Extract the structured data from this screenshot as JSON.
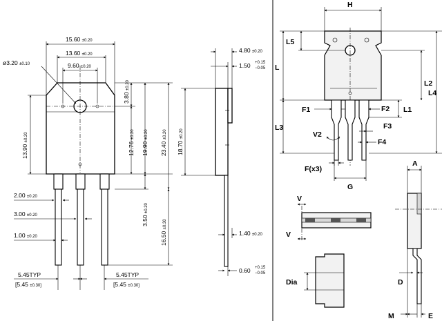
{
  "left_drawing": {
    "dims": {
      "width_15_60": {
        "main": "15.60",
        "tol": "±0.20"
      },
      "width_13_60": {
        "main": "13.60",
        "tol": "±0.20"
      },
      "width_9_60": {
        "main": "9.60",
        "tol": "±0.20"
      },
      "hole_dia": {
        "main": "ø3.20",
        "tol": "±0.10"
      },
      "top_3_80": {
        "main": "3.80",
        "tol": "±0.20"
      },
      "h_13_90": {
        "main": "13.90",
        "tol": "±0.20"
      },
      "h_12_76": {
        "main": "12.76",
        "tol": "±0.20"
      },
      "h_19_90": {
        "main": "19.90",
        "tol": "±0.20"
      },
      "h_23_40": {
        "main": "23.40",
        "tol": "±0.20"
      },
      "lead_2_00": {
        "main": "2.00",
        "tol": "±0.20"
      },
      "lead_3_00": {
        "main": "3.00",
        "tol": "±0.20"
      },
      "lead_1_00": {
        "main": "1.00",
        "tol": "±0.20"
      },
      "v_3_50": {
        "main": "3.50",
        "tol": "±0.20"
      },
      "v_16_50": {
        "main": "16.50",
        "tol": "±0.30"
      },
      "pitch_left": {
        "main": "5.45TYP",
        "sub": "[5.45",
        "tol": "±0.30]"
      },
      "pitch_right": {
        "main": "5.45TYP",
        "sub": "[5.45",
        "tol": "±0.30]"
      }
    }
  },
  "side_drawing": {
    "dims": {
      "t_4_80": {
        "main": "4.80",
        "tol": "±0.20"
      },
      "t_1_50": {
        "main": "1.50",
        "tol_plus": "+0.15",
        "tol_minus": "−0.05"
      },
      "h_18_70": {
        "main": "18.70",
        "tol": "±0.20"
      },
      "t_1_40": {
        "main": "1.40",
        "tol": "±0.20"
      },
      "t_0_60": {
        "main": "0.60",
        "tol_plus": "+0.15",
        "tol_minus": "−0.05"
      }
    }
  },
  "letter_drawing": {
    "labels": {
      "H": "H",
      "L5": "L5",
      "L": "L",
      "L2": "L2",
      "L4": "L4",
      "F1": "F1",
      "F2": "F2",
      "L1": "L1",
      "L3": "L3",
      "V2": "V2",
      "F3": "F3",
      "F4": "F4",
      "Fx3": "F(x3)",
      "G": "G",
      "V_top": "V",
      "V_bot": "V",
      "A": "A",
      "Dia": "Dia",
      "D": "D",
      "M": "M",
      "E": "E"
    }
  }
}
